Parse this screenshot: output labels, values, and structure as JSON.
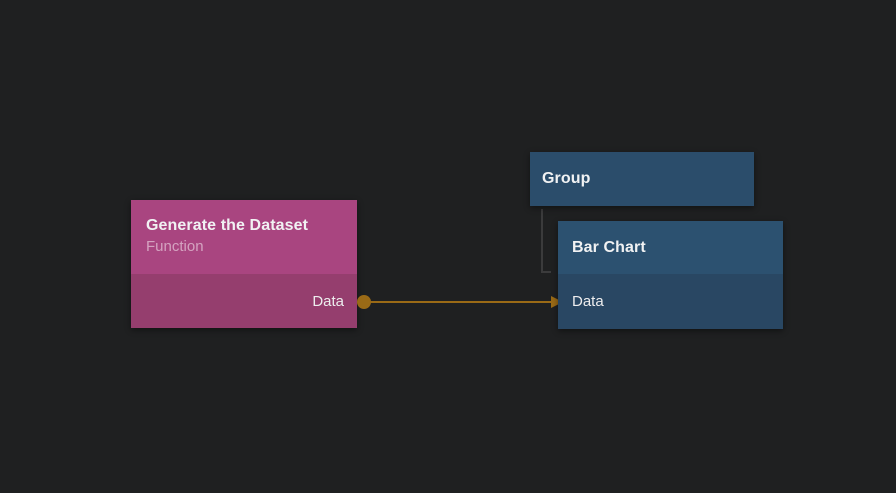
{
  "colors": {
    "canvas-bg": "#1f2021",
    "function-header": "#a94580",
    "function-body": "#953e6e",
    "group-fill": "#2b4d6b",
    "barchart-header": "#2c5170",
    "barchart-body": "#294763",
    "edge": "#9a6a16",
    "group-connector": "#3b3b3c",
    "title-text": "#f1f2f3",
    "subtitle-text": "#ffffff80",
    "port-text": "#ededee"
  },
  "function_node": {
    "title": "Generate the Dataset",
    "subtitle": "Function",
    "output_port_label": "Data"
  },
  "group_node": {
    "title": "Group"
  },
  "bar_chart_node": {
    "title": "Bar Chart",
    "input_port_label": "Data"
  }
}
